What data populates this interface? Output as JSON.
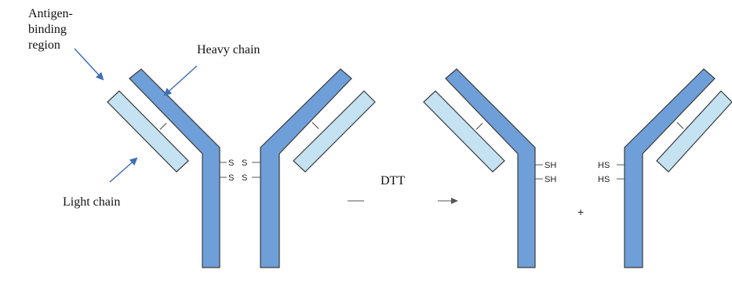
{
  "labels": {
    "antigen_line1": "Antigen-",
    "antigen_line2": "binding",
    "antigen_line3": "region",
    "heavy_chain": "Heavy chain",
    "light_chain": "Light chain",
    "reagent": "DTT",
    "plus": "+"
  },
  "bonds": {
    "disulfide_left_top": "S",
    "disulfide_left_bottom": "S",
    "disulfide_right_top": "S",
    "disulfide_right_bottom": "S",
    "thiol_left_top": "SH",
    "thiol_left_bottom": "SH",
    "thiol_right_top": "HS",
    "thiol_right_bottom": "HS"
  },
  "colors": {
    "heavy_chain": "#6f9fd8",
    "light_chain": "#c4e2f2",
    "outline": "#3a3a3a",
    "pointer_arrow": "#3f6fb5",
    "text": "#111111"
  }
}
